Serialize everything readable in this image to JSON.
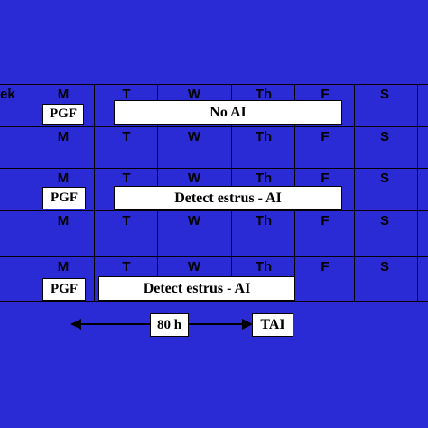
{
  "header_partial": "ek",
  "days": [
    "M",
    "T",
    "W",
    "Th",
    "F",
    "S"
  ],
  "rows": [
    {
      "pgf": "PGF",
      "bar": "No AI"
    },
    {
      "pgf": "",
      "bar": ""
    },
    {
      "pgf": "PGF",
      "bar": "Detect estrus - AI"
    },
    {
      "pgf": "",
      "bar": ""
    },
    {
      "pgf": "PGF",
      "bar": "Detect estrus - AI"
    }
  ],
  "timing": {
    "interval": "80 h",
    "tai": "TAI"
  },
  "colors": {
    "background": "#2b2bd6",
    "box": "#ffffff",
    "line": "#000000"
  }
}
